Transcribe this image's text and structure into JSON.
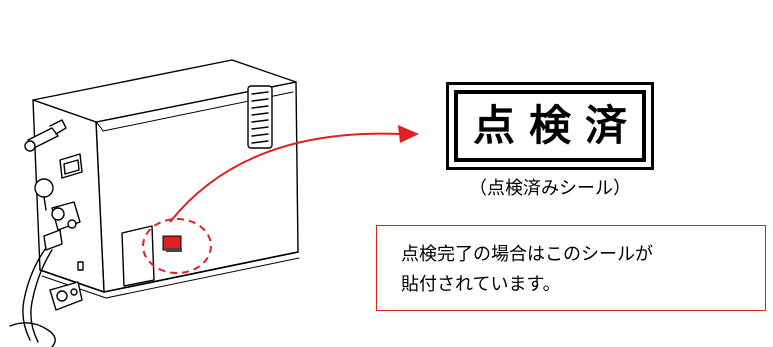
{
  "sticker": {
    "text": "点検済",
    "caption": "（点検済みシール）"
  },
  "note": {
    "line1": "点検完了の場合はこのシールが",
    "line2": "貼付されています。"
  },
  "colors": {
    "accent_red": "#e02020",
    "ink": "#000000",
    "background": "#ffffff"
  },
  "icons": {
    "device": "water-heater-icon",
    "arrow": "red-curved-arrow-icon"
  }
}
